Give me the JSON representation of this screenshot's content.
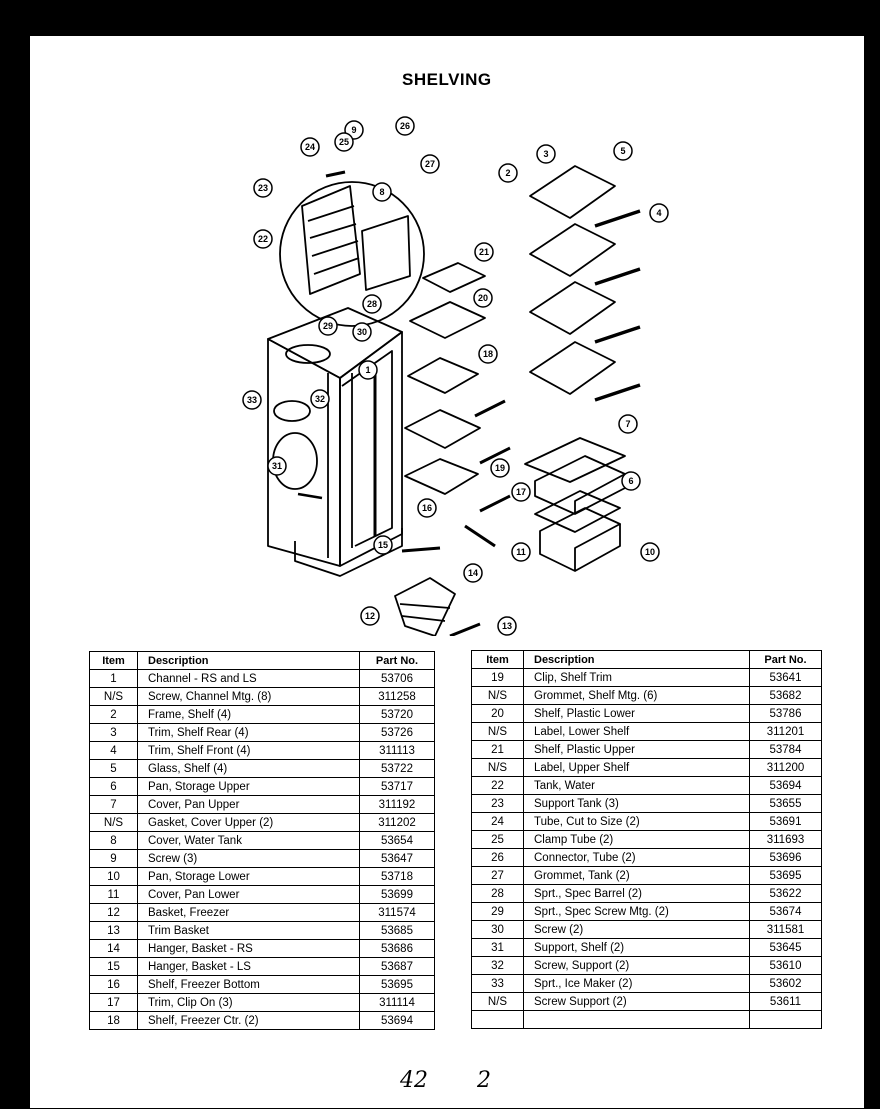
{
  "title": "SHELVING",
  "callouts": [
    "1",
    "2",
    "3",
    "4",
    "5",
    "6",
    "7",
    "8",
    "9",
    "10",
    "11",
    "12",
    "13",
    "14",
    "15",
    "16",
    "17",
    "18",
    "19",
    "20",
    "21",
    "22",
    "23",
    "24",
    "25",
    "26",
    "27",
    "28",
    "29",
    "30",
    "31",
    "32",
    "33"
  ],
  "left_table": {
    "headers": [
      "Item",
      "Description",
      "Part No."
    ],
    "rows": [
      [
        "1",
        "Channel - RS and LS",
        "53706"
      ],
      [
        "N/S",
        "Screw, Channel Mtg. (8)",
        "311258"
      ],
      [
        "2",
        "Frame, Shelf (4)",
        "53720"
      ],
      [
        "3",
        "Trim, Shelf Rear (4)",
        "53726"
      ],
      [
        "4",
        "Trim, Shelf Front (4)",
        "311113"
      ],
      [
        "5",
        "Glass, Shelf (4)",
        "53722"
      ],
      [
        "6",
        "Pan, Storage Upper",
        "53717"
      ],
      [
        "7",
        "Cover, Pan Upper",
        "311192"
      ],
      [
        "N/S",
        "Gasket, Cover Upper (2)",
        "311202"
      ],
      [
        "8",
        "Cover, Water Tank",
        "53654"
      ],
      [
        "9",
        "Screw (3)",
        "53647"
      ],
      [
        "10",
        "Pan, Storage Lower",
        "53718"
      ],
      [
        "11",
        "Cover, Pan Lower",
        "53699"
      ],
      [
        "12",
        "Basket, Freezer",
        "311574"
      ],
      [
        "13",
        "Trim Basket",
        "53685"
      ],
      [
        "14",
        "Hanger, Basket - RS",
        "53686"
      ],
      [
        "15",
        "Hanger, Basket - LS",
        "53687"
      ],
      [
        "16",
        "Shelf, Freezer Bottom",
        "53695"
      ],
      [
        "17",
        "Trim, Clip On (3)",
        "311114"
      ],
      [
        "18",
        "Shelf, Freezer Ctr. (2)",
        "53694"
      ]
    ]
  },
  "right_table": {
    "headers": [
      "Item",
      "Description",
      "Part No."
    ],
    "rows": [
      [
        "19",
        "Clip, Shelf Trim",
        "53641"
      ],
      [
        "N/S",
        "Grommet, Shelf Mtg. (6)",
        "53682"
      ],
      [
        "20",
        "Shelf, Plastic Lower",
        "53786"
      ],
      [
        "N/S",
        "Label, Lower Shelf",
        "311201"
      ],
      [
        "21",
        "Shelf, Plastic Upper",
        "53784"
      ],
      [
        "N/S",
        "Label, Upper Shelf",
        "311200"
      ],
      [
        "22",
        "Tank, Water",
        "53694"
      ],
      [
        "23",
        "Support Tank (3)",
        "53655"
      ],
      [
        "24",
        "Tube, Cut to Size (2)",
        "53691"
      ],
      [
        "25",
        "Clamp Tube (2)",
        "311693"
      ],
      [
        "26",
        "Connector, Tube (2)",
        "53696"
      ],
      [
        "27",
        "Grommet, Tank (2)",
        "53695"
      ],
      [
        "28",
        "Sprt., Spec Barrel (2)",
        "53622"
      ],
      [
        "29",
        "Sprt., Spec Screw Mtg. (2)",
        "53674"
      ],
      [
        "30",
        "Screw (2)",
        "311581"
      ],
      [
        "31",
        "Support, Shelf (2)",
        "53645"
      ],
      [
        "32",
        "Screw, Support (2)",
        "53610"
      ],
      [
        "33",
        "Sprt., Ice Maker (2)",
        "53602"
      ],
      [
        "N/S",
        "Screw Support (2)",
        "53611"
      ],
      [
        "",
        "",
        ""
      ]
    ]
  },
  "footer": {
    "page_number": "42",
    "mark": "2"
  }
}
